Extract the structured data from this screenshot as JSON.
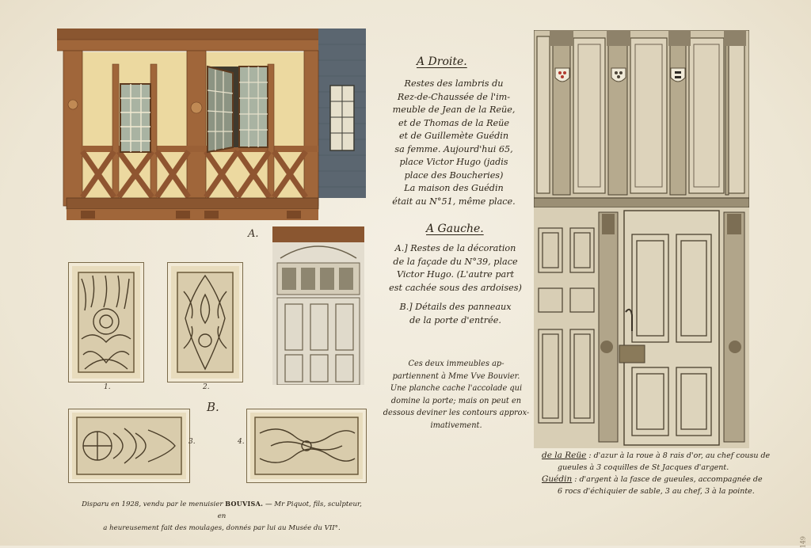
{
  "right_section": {
    "heading": "A Droite.",
    "lines": [
      "Restes des lambris du",
      "Rez-de-Chaussée de l'im-",
      "meuble de Jean de la Reüe,",
      "et de Thomas de la Reüe",
      "et de Guillemète Guédin",
      "sa femme. Aujourd'hui 65,",
      "place Victor Hugo (jadis",
      "place des Boucheries)",
      "La maison des Guédin",
      "était au N°51, même place."
    ]
  },
  "left_section": {
    "heading": "A Gauche.",
    "item_a": [
      "A.] Restes de la décoration",
      "de la façade du N°39, place",
      "Victor Hugo. (L'autre part",
      "est cachée sous des ardoises)"
    ],
    "item_b": [
      "B.] Détails des panneaux",
      "de la porte d'entrée."
    ]
  },
  "note": [
    "Ces deux immeubles ap-",
    "partiennent à Mme Vve Bouvier.",
    "Une planche cache l'accolade qui",
    "domine la porte; mais on peut en",
    "dessous deviner les contours approx-",
    "imativement."
  ],
  "figure_labels": {
    "a": "A.",
    "b": "B.",
    "p1": "1.",
    "p2": "2.",
    "p3": "3.",
    "p4": "4."
  },
  "heraldry": {
    "reue_name": "de la Reüe",
    "reue_text": ": d'azur à la roue à 8 rais d'or, au chef cousu de",
    "reue_text2": "gueules à 3 coquilles de St Jacques d'argent.",
    "guedin_name": "Guédin",
    "guedin_text": ": d'argent à la fasce de gueules, accompagnée de",
    "guedin_text2": "6 rocs d'échiquier de sable, 3 au chef, 3 à la pointe."
  },
  "bottom_note": {
    "line1_start": "Disparu en 1928, vendu par le menuisier",
    "line1_name": "BOUVISA.",
    "line1_end": "— Mr Piquot, fils, sculpteur, en",
    "line2": "a heureusement fait des moulages, donnés par lui au Musée du VII°."
  },
  "margin_mark": "149",
  "colors": {
    "paper": "#efe9db",
    "timber": "#a0663a",
    "plaster": "#ecd9a0",
    "slate": "#5b6670",
    "glass": "#a9b3a2",
    "sepia": "#a09478"
  }
}
